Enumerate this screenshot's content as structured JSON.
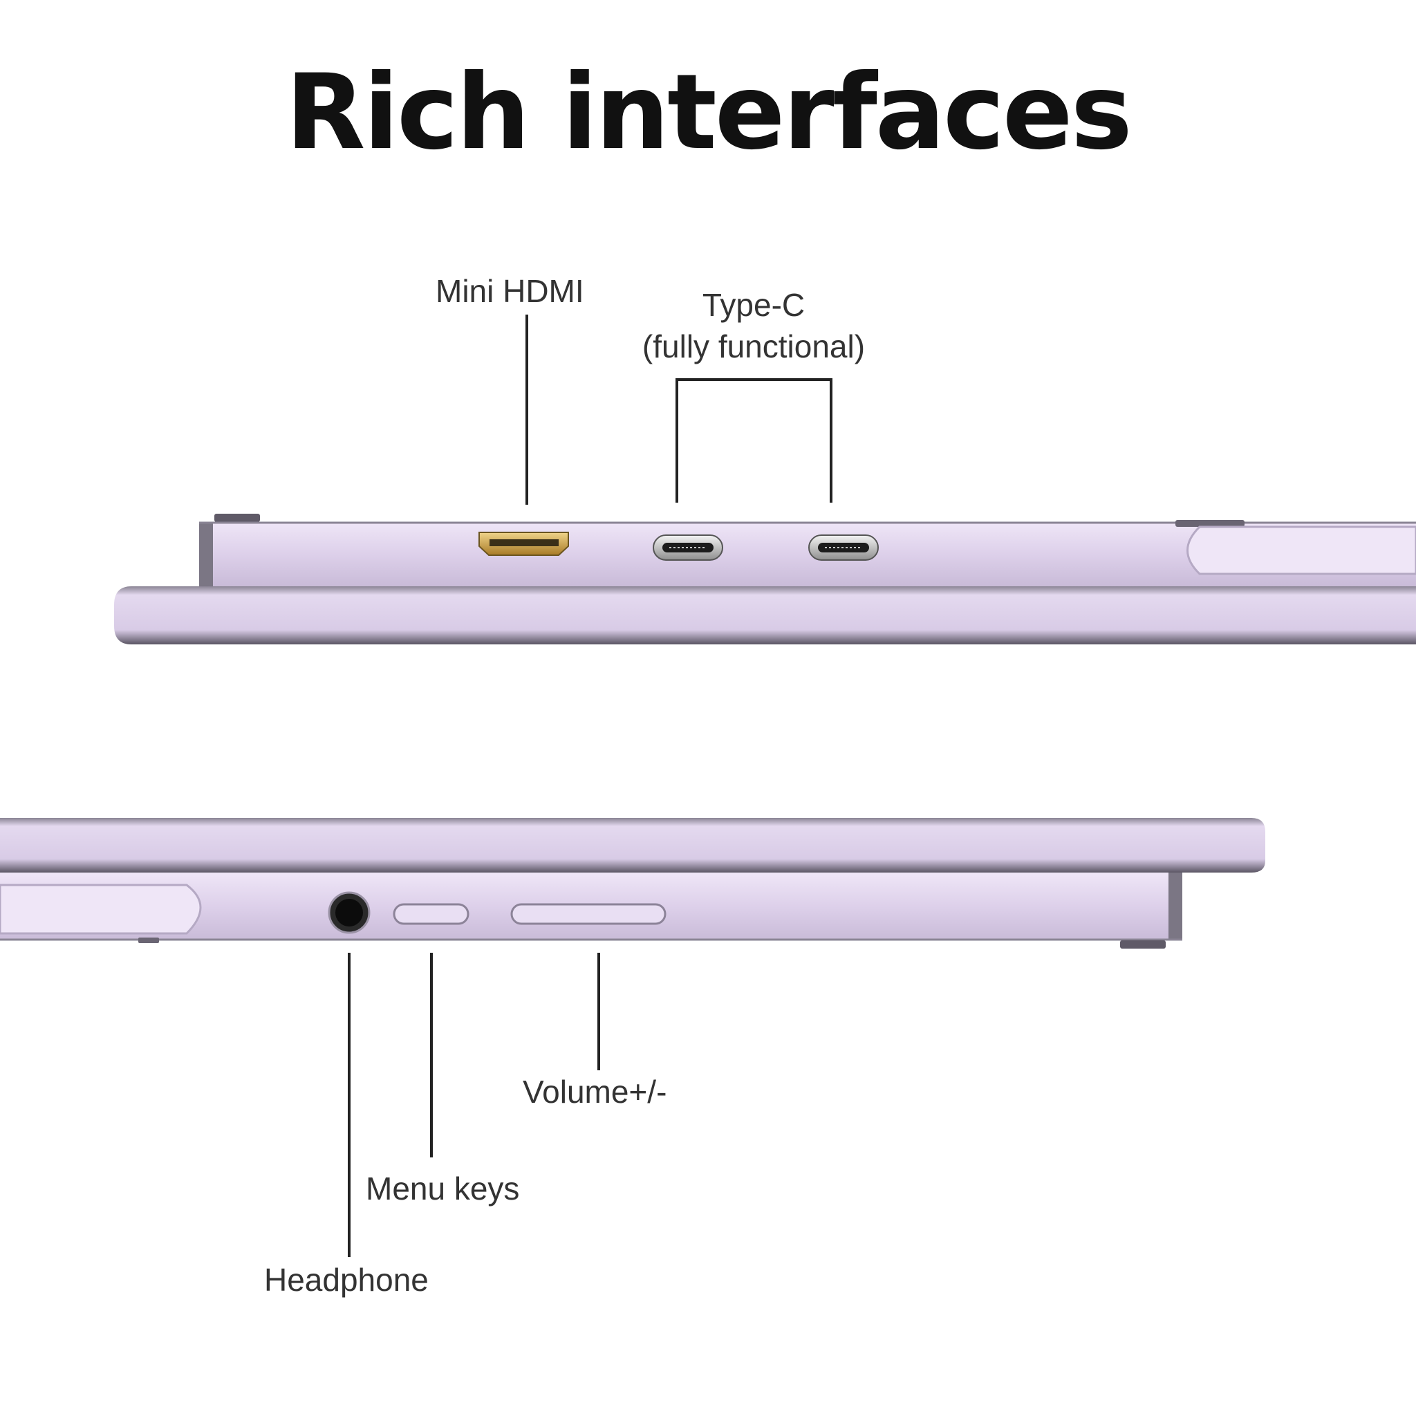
{
  "title": "Rich interfaces",
  "labels": {
    "mini_hdmi": "Mini HDMI",
    "type_c_line1": "Type-C",
    "type_c_line2": "(fully functional)",
    "headphone": "Headphone",
    "menu_keys": "Menu keys",
    "volume": "Volume+/-"
  },
  "colors": {
    "device_body": "#ddd0ea",
    "device_edge": "#6f6a78",
    "hdmi_gold": "#c9a04a",
    "text": "#333333"
  }
}
